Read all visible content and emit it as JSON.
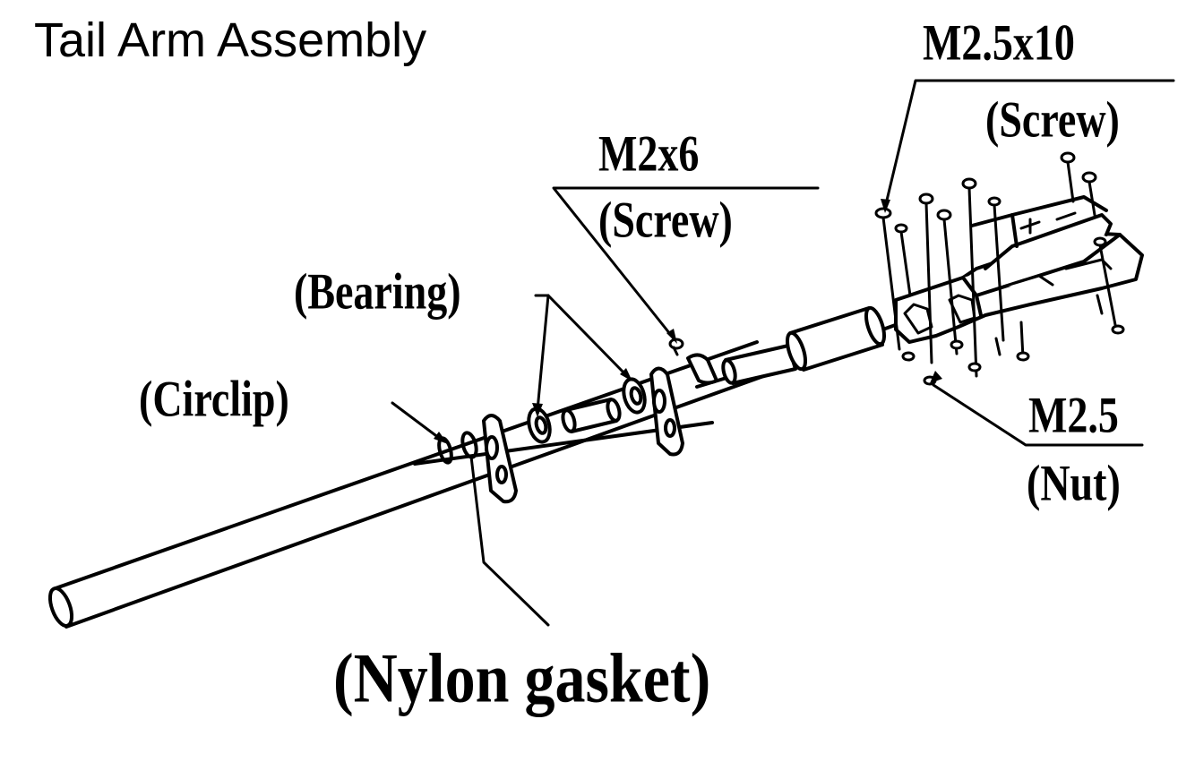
{
  "title": "Tail Arm Assembly",
  "labels": {
    "screw_large_size": "M2.5x10",
    "screw_large_name": "(Screw)",
    "screw_small_size": "M2x6",
    "screw_small_name": "(Screw)",
    "bearing": "(Bearing)",
    "circlip": "(Circlip)",
    "nut_size": "M2.5",
    "nut_name": "(Nut)",
    "nylon_gasket": "(Nylon gasket)"
  }
}
